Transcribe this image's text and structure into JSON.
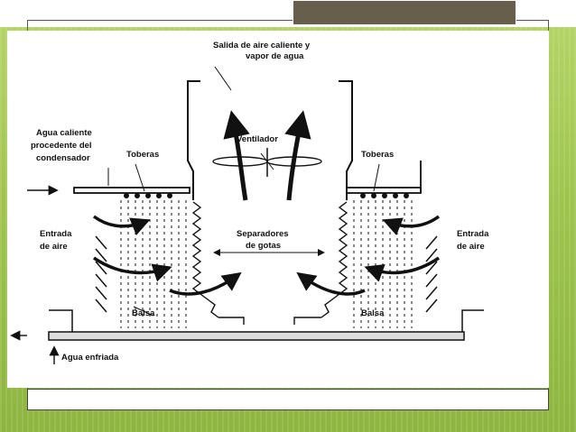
{
  "diagram": {
    "labels": {
      "hot_air_out_1": "Salida de aire caliente y",
      "hot_air_out_2": "vapor de agua",
      "fan": "Ventilador",
      "hot_water_1": "Agua caliente",
      "hot_water_2": "procedente del",
      "hot_water_3": "condensador",
      "nozzles_left": "Toberas",
      "nozzles_right": "Toberas",
      "air_in_left_1": "Entrada",
      "air_in_left_2": "de aire",
      "air_in_right_1": "Entrada",
      "air_in_right_2": "de aire",
      "separators_1": "Separadores",
      "separators_2": "de gotas",
      "basin_left": "Balsa",
      "basin_right": "Balsa",
      "cooled_water": "Agua enfriada"
    }
  },
  "colors": {
    "accent_green": "#9fc54f",
    "tab_brown": "#675e4c",
    "ink": "#111111"
  }
}
